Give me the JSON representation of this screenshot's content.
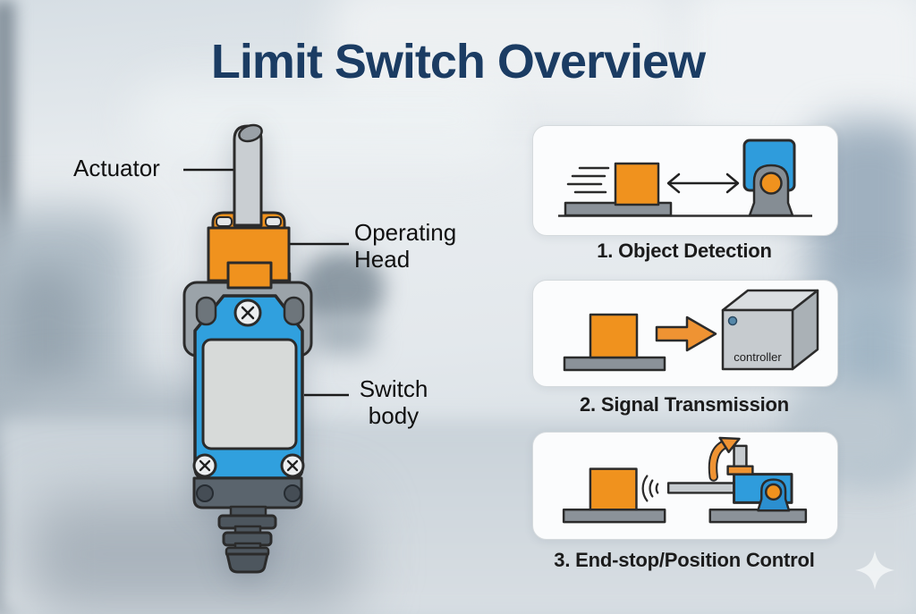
{
  "title": "Limit Switch Overview",
  "device": {
    "labels": {
      "actuator": "Actuator",
      "operating_head": "Operating Head",
      "switch_body": "Switch body"
    }
  },
  "panels": [
    {
      "caption": "1. Object Detection"
    },
    {
      "caption": "2. Signal Transmission",
      "controller_label": "controller"
    },
    {
      "caption": "3. End-stop/Position Control"
    }
  ],
  "watermark": {
    "icon": "sparkle-icon"
  },
  "colors": {
    "title_navy": "#1B3C63",
    "accent_orange": "#F0921E",
    "accent_blue": "#2F9CDC",
    "outline_dark": "#2B2B2B",
    "caption_text": "#1B1B1B",
    "metal_gray": "#C9CED2"
  }
}
